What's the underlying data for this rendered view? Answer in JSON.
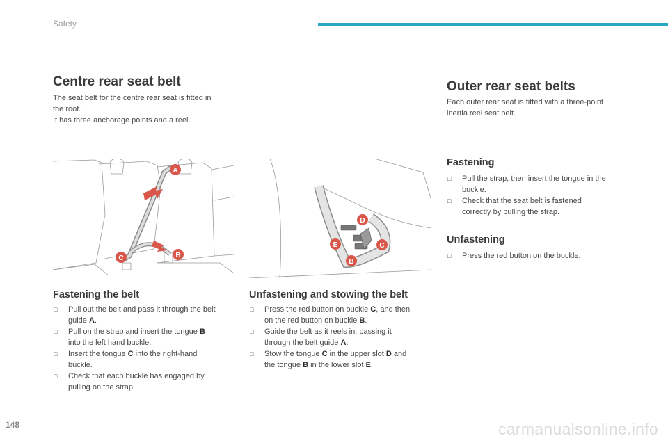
{
  "header": {
    "section": "Safety",
    "accent_color": "#29a8c4"
  },
  "centre": {
    "title": "Centre rear seat belt",
    "intro_1": "The seat belt for the centre rear seat is fitted in",
    "intro_2": "the roof.",
    "intro_3": "It has three anchorage points and a reel.",
    "figure_labels": {
      "a": "A",
      "b": "B",
      "c": "C"
    }
  },
  "fastening_belt": {
    "title": "Fastening the belt",
    "steps": [
      {
        "line1_pre": "Pull out the belt and pass it through the belt",
        "line2_pre": "guide ",
        "line2_bold": "A",
        "line2_post": "."
      },
      {
        "line1_pre": "Pull on the strap and insert the tongue ",
        "line1_bold": "B",
        "line2_pre": "into the left hand buckle."
      },
      {
        "line1_pre": "Insert the tongue ",
        "line1_bold": "C",
        "line1_post": " into the right-hand",
        "line2_pre": "buckle."
      },
      {
        "line1_pre": "Check that each buckle has engaged by",
        "line2_pre": "pulling on the strap."
      }
    ]
  },
  "unfastening_stowing": {
    "title": "Unfastening and stowing the belt",
    "figure_labels": {
      "b": "B",
      "c": "C",
      "d": "D",
      "e": "E"
    },
    "steps": [
      {
        "line1_pre": "Press the red button on buckle ",
        "line1_bold": "C",
        "line1_post": ", and then",
        "line2_pre": "on the red button on buckle ",
        "line2_bold": "B",
        "line2_post": "."
      },
      {
        "line1_pre": "Guide the belt as it reels in, passing it",
        "line2_pre": "through the belt guide ",
        "line2_bold": "A",
        "line2_post": "."
      },
      {
        "line1_pre": "Stow the tongue ",
        "line1_bold": "C",
        "line1_post": " in the upper slot ",
        "line1_bold2": "D",
        "line1_post2": " and",
        "line2_pre": "the tongue ",
        "line2_bold": "B",
        "line2_post": " in the lower slot ",
        "line2_bold2": "E",
        "line2_post2": "."
      }
    ]
  },
  "outer": {
    "title": "Outer rear seat belts",
    "intro_1": "Each outer rear seat is fitted with a three-point",
    "intro_2": "inertia reel seat belt."
  },
  "fastening": {
    "title": "Fastening",
    "steps": [
      {
        "line1_pre": "Pull the strap, then insert the tongue in the",
        "line2_pre": "buckle."
      },
      {
        "line1_pre": "Check that the seat belt is fastened",
        "line2_pre": "correctly by pulling the strap."
      }
    ]
  },
  "unfastening": {
    "title": "Unfastening",
    "steps": [
      {
        "line1_pre": "Press the red button on the buckle."
      }
    ]
  },
  "footer": {
    "page_number": "148",
    "watermark": "carmanualsonline.info"
  },
  "icons": {
    "bullet": "checkbox-bullet-icon",
    "label_badge_color": "#d9564a"
  }
}
